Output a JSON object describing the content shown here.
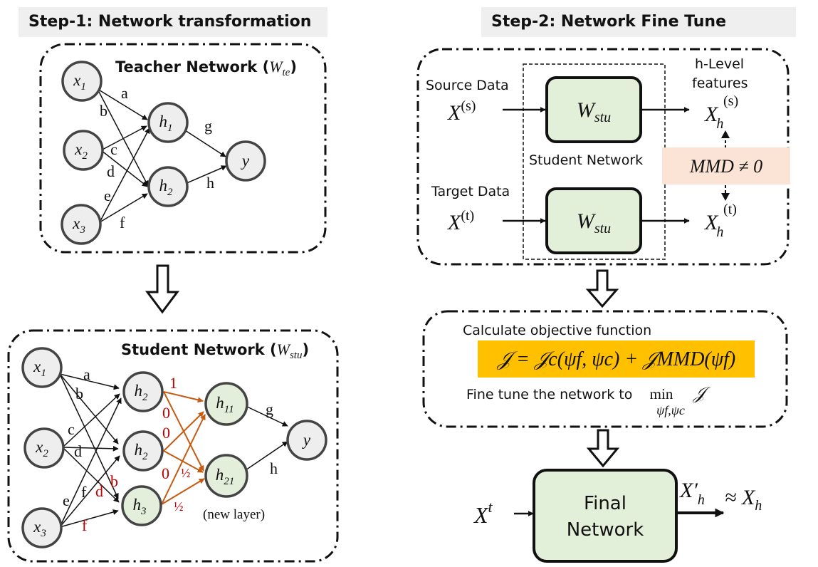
{
  "step1": {
    "title": "Step-1: Network transformation",
    "teacher": {
      "label": "Teacher Network (",
      "symbol": "W",
      "subscript": "te",
      "close": ")",
      "nodes": [
        {
          "id": "x1",
          "base": "x",
          "sub": "1"
        },
        {
          "id": "x2",
          "base": "x",
          "sub": "2"
        },
        {
          "id": "x3",
          "base": "x",
          "sub": "3"
        },
        {
          "id": "h1",
          "base": "h",
          "sub": "1"
        },
        {
          "id": "h2",
          "base": "h",
          "sub": "2"
        },
        {
          "id": "y",
          "base": "y",
          "sub": ""
        }
      ],
      "edge_labels": [
        "a",
        "b",
        "c",
        "d",
        "e",
        "f",
        "g",
        "h"
      ]
    },
    "student": {
      "label": "Student Network (",
      "symbol": "W",
      "subscript": "stu",
      "close": ")",
      "nodes": [
        {
          "id": "x1",
          "base": "x",
          "sub": "1"
        },
        {
          "id": "x2",
          "base": "x",
          "sub": "2"
        },
        {
          "id": "x3",
          "base": "x",
          "sub": "3"
        },
        {
          "id": "hA",
          "base": "h",
          "sub": "2"
        },
        {
          "id": "hB",
          "base": "h",
          "sub": "2"
        },
        {
          "id": "hC",
          "base": "h",
          "sub": "3"
        },
        {
          "id": "h11",
          "base": "h",
          "sub": "11"
        },
        {
          "id": "h21",
          "base": "h",
          "sub": "21"
        },
        {
          "id": "y",
          "base": "y",
          "sub": ""
        }
      ],
      "edge_labels": [
        "a",
        "b",
        "c",
        "d",
        "e",
        "f",
        "g",
        "h"
      ],
      "red_labels": [
        "b",
        "d",
        "f"
      ],
      "orange_labels": [
        "1",
        "0",
        "0",
        "0",
        "½",
        "½"
      ],
      "new_layer": "(new layer)"
    }
  },
  "step2": {
    "title": "Step-2: Network Fine Tune",
    "source_label": "Source Data",
    "target_label": "Target Data",
    "source_symbol": "X",
    "source_sup": "(s)",
    "target_sup": "(t)",
    "model_symbol": "W",
    "model_sub": "stu",
    "student_label": "Student Network",
    "hlevel_label_1": "h-Level",
    "hlevel_label_2": "features",
    "feat_sub": "h",
    "mmd": "MMD ≠ 0",
    "objective_title": "Calculate objective function",
    "objective_formula": "𝒥 = 𝒥c(ψf, ψc) + 𝒥MMD(ψf)",
    "finetune_text": "Fine tune the network to",
    "finetune_min": "min",
    "finetune_min_sub": "ψf,ψc",
    "finetune_j": "𝒥",
    "final_line1": "Final",
    "final_line2": "Network",
    "input_symbol": "X",
    "input_sup": "t",
    "output_text": "X′",
    "output_sub": "h",
    "approx": "≈ X",
    "approx_sub": "h"
  },
  "colors": {
    "node_fill": "#eeeeee",
    "new_node_fill": "#e3efdb",
    "box_fill": "#e2efd9",
    "mmd_fill": "#fbe4d5",
    "objective_fill": "#ffc000",
    "red": "#c00000",
    "orange": "#c55a11"
  }
}
